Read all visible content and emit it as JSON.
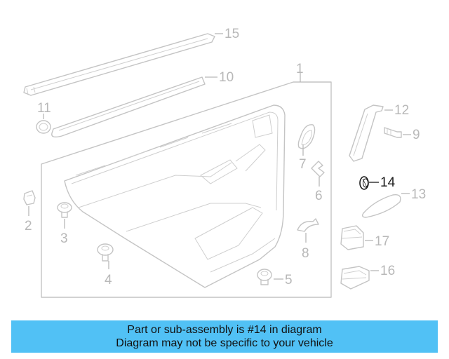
{
  "callouts": {
    "c1": "1",
    "c2": "2",
    "c3": "3",
    "c4": "4",
    "c5": "5",
    "c6": "6",
    "c7": "7",
    "c8": "8",
    "c9": "9",
    "c10": "10",
    "c11": "11",
    "c12": "12",
    "c13": "13",
    "c14": "14",
    "c15": "15",
    "c16": "16",
    "c17": "17"
  },
  "highlighted_part": "14",
  "colors": {
    "banner_bg": "#51c1f5",
    "highlight": "#1a1a1a",
    "linework": "#c4c4c4"
  },
  "banner": {
    "line1": "Part or sub-assembly is #14 in diagram",
    "line2": "Diagram may not be specific to your vehicle"
  }
}
